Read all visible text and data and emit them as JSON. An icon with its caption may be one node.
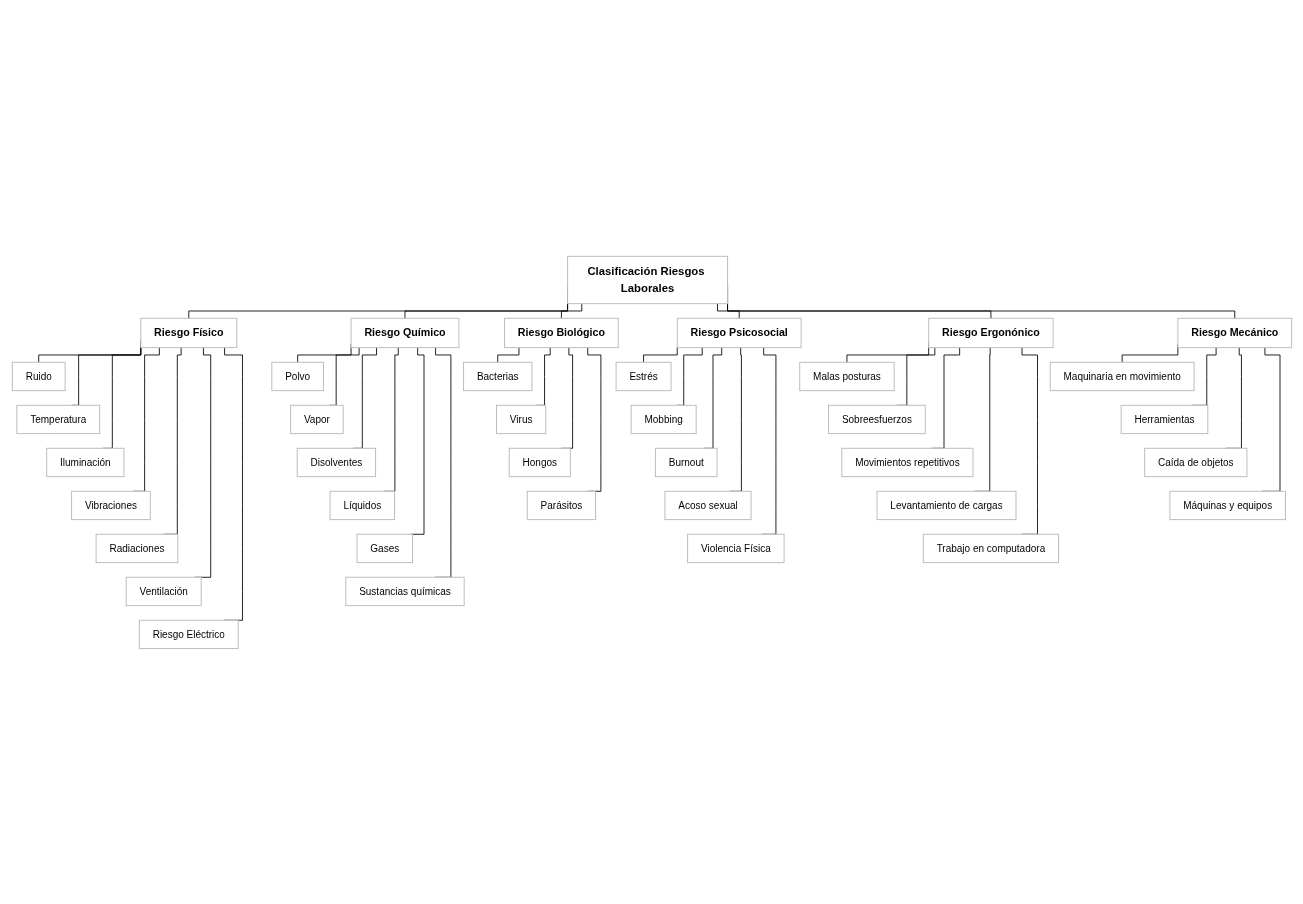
{
  "diagram": {
    "nodes": [
      {
        "text": [
          "Clasificación Riesgos Laborales"
        ]
      },
      {
        "text": [
          "Riesgo Físico"
        ]
      },
      {
        "text": [
          "Ruido"
        ]
      },
      {
        "text": [
          "Temperatura"
        ]
      },
      {
        "text": [
          "Iluminación"
        ]
      },
      {
        "text": [
          "Vibraciones"
        ]
      },
      {
        "text": [
          "Radiaciones"
        ]
      },
      {
        "text": [
          "Ventilación"
        ]
      },
      {
        "text": [
          "Riesgo Eléctrico"
        ]
      },
      {
        "text": [
          "Riesgo Químico"
        ]
      },
      {
        "text": [
          "Polvo"
        ]
      },
      {
        "text": [
          "Vapor"
        ]
      },
      {
        "text": [
          "Disolventes"
        ]
      },
      {
        "text": [
          "Líquidos"
        ]
      },
      {
        "text": [
          "Gases"
        ]
      },
      {
        "text": [
          "Sustancias químicas"
        ]
      },
      {
        "text": [
          "Riesgo Biológico"
        ]
      },
      {
        "text": [
          "Bacterias"
        ]
      },
      {
        "text": [
          "Virus"
        ]
      },
      {
        "text": [
          "Hongos"
        ]
      },
      {
        "text": [
          "Parásitos"
        ]
      },
      {
        "text": [
          "Riesgo Psicosocial"
        ]
      },
      {
        "text": [
          "Estrés"
        ]
      },
      {
        "text": [
          "Mobbing"
        ]
      },
      {
        "text": [
          "Burnout"
        ]
      },
      {
        "text": [
          "Acoso sexual"
        ]
      },
      {
        "text": [
          "Violencia Física"
        ]
      },
      {
        "text": [
          "Riesgo Ergonónico"
        ]
      },
      {
        "text": [
          "Malas posturas"
        ]
      },
      {
        "text": [
          "Sobreesfuerzos"
        ]
      },
      {
        "text": [
          "Movimientos repetitivos"
        ]
      },
      {
        "text": [
          "Levantamiento de cargas"
        ]
      },
      {
        "text": [
          "Trabajo en computadora"
        ]
      },
      {
        "text": [
          "Riesgo Mecánico"
        ]
      },
      {
        "text": [
          "Maquinaria en movimiento"
        ]
      },
      {
        "text": [
          "Herramientas"
        ]
      },
      {
        "text": [
          "Caída de objetos"
        ]
      },
      {
        "text": [
          "Máquinas y equipos"
        ]
      }
    ],
    "edges": [
      {
        "from": 0,
        "to": 1,
        "arrow": "none"
      },
      {
        "from": 0,
        "to": 9,
        "arrow": "none"
      },
      {
        "from": 0,
        "to": 16,
        "arrow": "none"
      },
      {
        "from": 0,
        "to": 21,
        "arrow": "none"
      },
      {
        "from": 0,
        "to": 27,
        "arrow": "none"
      },
      {
        "from": 0,
        "to": 33,
        "arrow": "none"
      },
      {
        "from": 1,
        "to": 2,
        "arrow": "none"
      },
      {
        "from": 1,
        "to": 3,
        "arrow": "none"
      },
      {
        "from": 1,
        "to": 4,
        "arrow": "none"
      },
      {
        "from": 1,
        "to": 5,
        "arrow": "none"
      },
      {
        "from": 1,
        "to": 6,
        "arrow": "none"
      },
      {
        "from": 1,
        "to": 7,
        "arrow": "none"
      },
      {
        "from": 1,
        "to": 8,
        "arrow": "none"
      },
      {
        "from": 9,
        "to": 10,
        "arrow": "none"
      },
      {
        "from": 9,
        "to": 11,
        "arrow": "none"
      },
      {
        "from": 9,
        "to": 12,
        "arrow": "none"
      },
      {
        "from": 9,
        "to": 13,
        "arrow": "none"
      },
      {
        "from": 9,
        "to": 14,
        "arrow": "none"
      },
      {
        "from": 9,
        "to": 15,
        "arrow": "none"
      },
      {
        "from": 16,
        "to": 17,
        "arrow": "none"
      },
      {
        "from": 16,
        "to": 18,
        "arrow": "none"
      },
      {
        "from": 16,
        "to": 19,
        "arrow": "none"
      },
      {
        "from": 16,
        "to": 20,
        "arrow": "none"
      },
      {
        "from": 21,
        "to": 22,
        "arrow": "none"
      },
      {
        "from": 21,
        "to": 23,
        "arrow": "none"
      },
      {
        "from": 21,
        "to": 24,
        "arrow": "none"
      },
      {
        "from": 21,
        "to": 25,
        "arrow": "none"
      },
      {
        "from": 21,
        "to": 26,
        "arrow": "none"
      },
      {
        "from": 27,
        "to": 28,
        "arrow": "none"
      },
      {
        "from": 27,
        "to": 29,
        "arrow": "none"
      },
      {
        "from": 27,
        "to": 30,
        "arrow": "none"
      },
      {
        "from": 27,
        "to": 31,
        "arrow": "none"
      },
      {
        "from": 27,
        "to": 32,
        "arrow": "none"
      },
      {
        "from": 33,
        "to": 34,
        "arrow": "none"
      },
      {
        "from": 33,
        "to": 35,
        "arrow": "none"
      },
      {
        "from": 33,
        "to": 36,
        "arrow": "none"
      },
      {
        "from": 33,
        "to": 37,
        "arrow": "none"
      }
    ]
  }
}
